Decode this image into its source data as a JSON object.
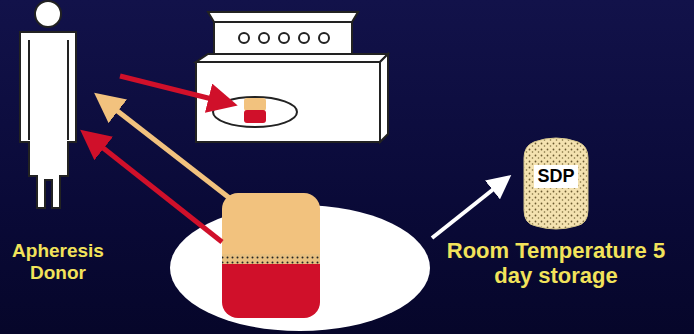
{
  "diagram": {
    "nodes": [
      {
        "text": [
          "Apheresis Donor"
        ]
      },
      {
        "text": [
          "SDP",
          "Room Temperature 5 day storage"
        ]
      }
    ]
  }
}
